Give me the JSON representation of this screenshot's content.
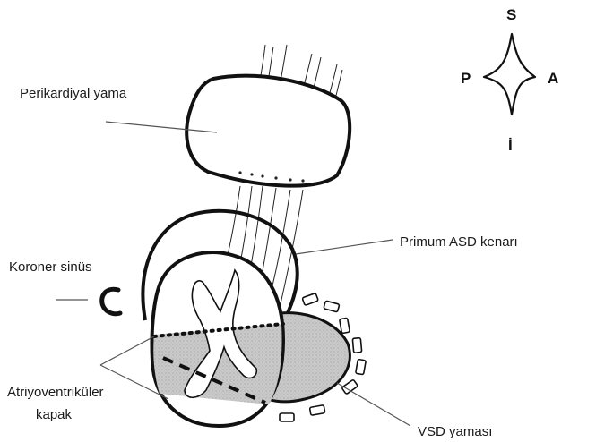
{
  "diagram": {
    "labels": {
      "pericardial_patch": "Perikardiyal yama",
      "primum_asd_rim": "Primum ASD kenarı",
      "coronary_sinus": "Koroner sinüs",
      "av_valve_line1": "Atriyoventriküler",
      "av_valve_line2": "kapak",
      "vsd_patch": "VSD yaması"
    },
    "compass": {
      "superior": "S",
      "inferior": "İ",
      "posterior": "P",
      "anterior": "A"
    }
  }
}
